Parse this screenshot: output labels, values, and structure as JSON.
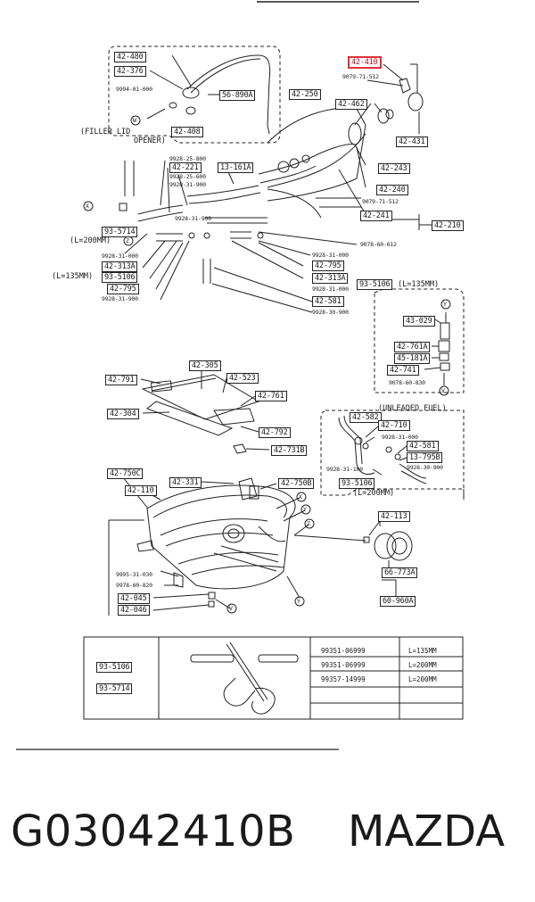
{
  "diagram": {
    "labels": {
      "p42480": "42-480",
      "p42376": "42-376",
      "p9994": "9994-01-000",
      "p56890a": "56-890A",
      "p42408": "42-408",
      "filler1": "(FILLER LID",
      "filler2": "OPENER)",
      "p42410": "42-410",
      "p9079_71_512": "9079-71-512",
      "p42250": "42-250",
      "p42462": "42-462",
      "p42431": "42-431",
      "p42243": "42-243",
      "p42240": "42-240",
      "p9079_71_512b": "9079-71-512",
      "p42241": "42-241",
      "p42210": "42-210",
      "p9928_25_800": "9928-25-800",
      "p42221": "42-221",
      "p13161a": "13-161A",
      "p9928_25_600": "9928-25-600",
      "p9928_31_900": "9928-31-900",
      "p9928_31_900b": "9928-31-900",
      "p93_5714": "93-5714",
      "l200": "(L=200MM)",
      "p9078_60_612": "9078-60-612",
      "p9928_31_000a": "9928-31-000",
      "p9928_31_000b": "9928-31-000",
      "p42795": "42-795",
      "p42313a": "42-313A",
      "p9928_31_000c": "9928-31-000",
      "p42313a_l": "42-313A",
      "l135": "(L=135MM)",
      "p93_5106": "93-5106",
      "p42795_l": "42-795",
      "p9928_31_900c": "9928-31-900",
      "p93_5106_r": "93-5106",
      "l135r": "(L=135MM)",
      "p42581": "42-581",
      "p9928_30_900": "9928-30-900",
      "p43029": "43-029",
      "p42761a": "42-761A",
      "p45181a": "45-181A",
      "p42741": "42-741",
      "p9078_60_830": "9078-60-830",
      "p42305": "42-305",
      "p42523": "42-523",
      "p42791": "42-791",
      "p42761": "42-761",
      "p42304": "42-304",
      "p42792": "42-792",
      "p42731b": "42-731B",
      "unleaded": "(UNLEADED FUEL)",
      "p42582": "42-582",
      "p42710": "42-710",
      "p9928_31_000d": "9928-31-000",
      "p42581_r": "42-581",
      "p13_795b": "13-795B",
      "p9928_31_100": "9928-31-100",
      "p9928_30_900b": "9928-30-900",
      "p93_5106_r2": "93-5106",
      "l200r": "(L=200MM)",
      "p42750c": "42-750C",
      "p42331": "42-331",
      "p42110": "42-110",
      "p42750b": "42-750B",
      "p42113": "42-113",
      "p66_773a": "66-773A",
      "p60_960a": "60-960A",
      "p9995_31_030": "9995-31-030",
      "p9978_60_820": "9978-60-820",
      "p42045": "42-045",
      "p42046": "42-046"
    },
    "callouts": {
      "w": "W",
      "x": "X",
      "z": "Z",
      "y": "Y",
      "v": "V",
      "x2": "X",
      "y2": "Y",
      "z2": "Z",
      "v2": "V",
      "y3": "Y"
    }
  },
  "hose_table": {
    "rows": [
      {
        "part": "93-5106",
        "code": "99351-06999",
        "length": "L=135MM"
      },
      {
        "part": "93-5714",
        "code": "99351-06999",
        "length": "L=200MM"
      },
      {
        "part": "",
        "code": "99357-14999",
        "length": "L=200MM"
      }
    ]
  },
  "footer": {
    "part_number": "G03042410B",
    "brand": "MAZDA"
  },
  "colors": {
    "highlight": "#e0303a",
    "ink": "#1a1a1a"
  }
}
